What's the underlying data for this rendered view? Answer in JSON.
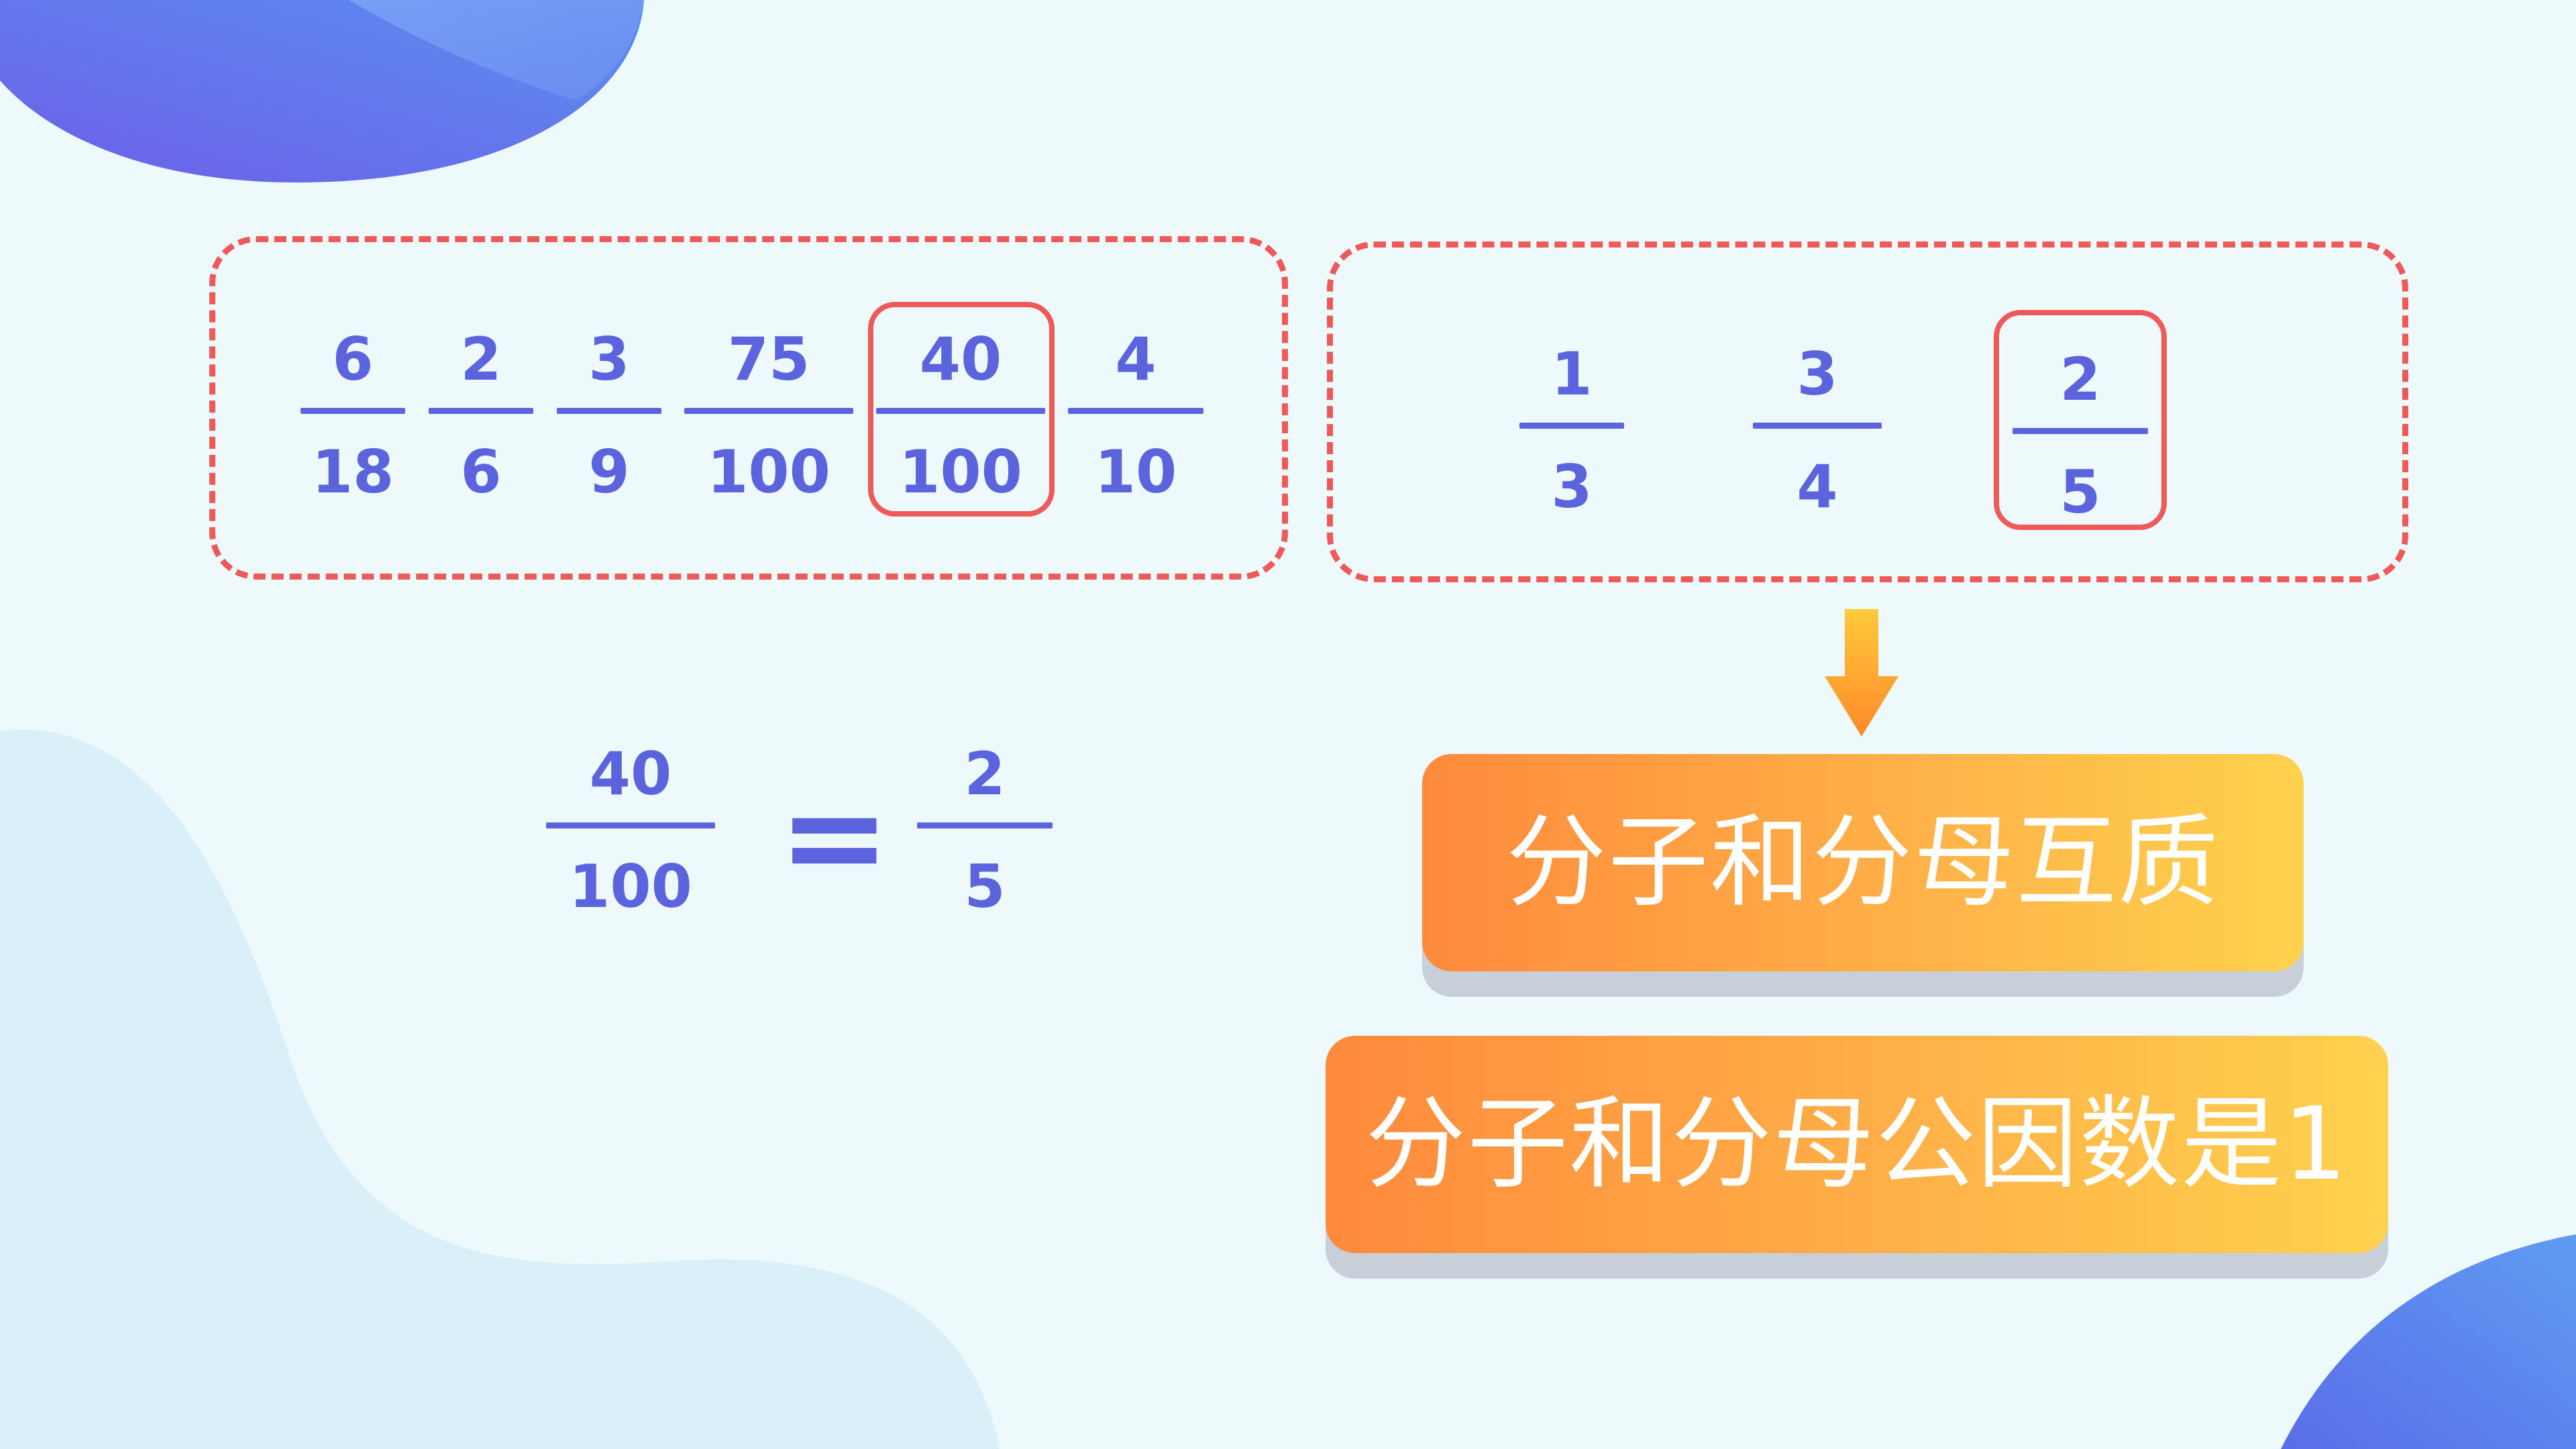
{
  "group_left": {
    "fractions": [
      {
        "num": "6",
        "den": "18"
      },
      {
        "num": "2",
        "den": "6"
      },
      {
        "num": "3",
        "den": "9"
      },
      {
        "num": "75",
        "den": "100"
      },
      {
        "num": "40",
        "den": "100"
      },
      {
        "num": "4",
        "den": "10"
      }
    ]
  },
  "group_right": {
    "fractions": [
      {
        "num": "1",
        "den": "3"
      },
      {
        "num": "3",
        "den": "4"
      },
      {
        "num": "2",
        "den": "5"
      }
    ]
  },
  "equation": {
    "left": {
      "num": "40",
      "den": "100"
    },
    "equals": "=",
    "right": {
      "num": "2",
      "den": "5"
    }
  },
  "conclusions": {
    "coprime": "分子和分母互质",
    "common_factor": "分子和分母公因数是1"
  },
  "colors": {
    "fraction": "#5b63dd",
    "dashed_border": "#ee5a5a",
    "highlight_frame": "#ee5a5a",
    "pill_gradient_start": "#ff8a3c",
    "pill_gradient_end": "#ffd24e",
    "arrow_top": "#ffc93a",
    "arrow_bottom": "#ff8a2a"
  }
}
